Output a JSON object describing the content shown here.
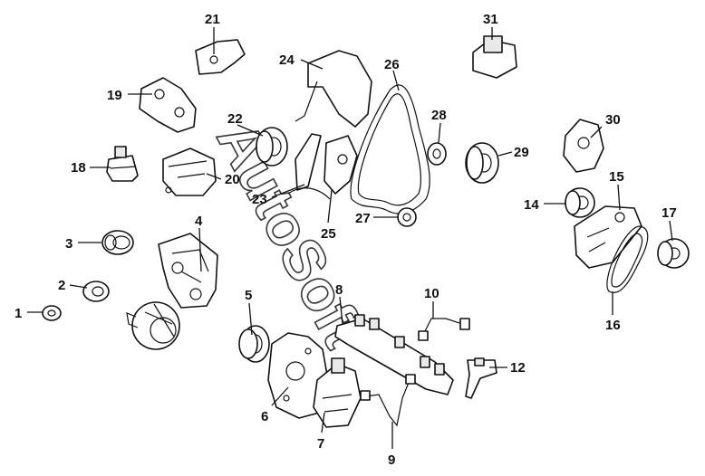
{
  "watermark": "AutoSoft",
  "callouts": [
    {
      "id": "1",
      "label": "1"
    },
    {
      "id": "2",
      "label": "2"
    },
    {
      "id": "3",
      "label": "3"
    },
    {
      "id": "4",
      "label": "4"
    },
    {
      "id": "5",
      "label": "5"
    },
    {
      "id": "6",
      "label": "6"
    },
    {
      "id": "7",
      "label": "7"
    },
    {
      "id": "8",
      "label": "8"
    },
    {
      "id": "9",
      "label": "9"
    },
    {
      "id": "10",
      "label": "10"
    },
    {
      "id": "12",
      "label": "12"
    },
    {
      "id": "14",
      "label": "14"
    },
    {
      "id": "15",
      "label": "15"
    },
    {
      "id": "16",
      "label": "16"
    },
    {
      "id": "17",
      "label": "17"
    },
    {
      "id": "18",
      "label": "18"
    },
    {
      "id": "19",
      "label": "19"
    },
    {
      "id": "20",
      "label": "20"
    },
    {
      "id": "21",
      "label": "21"
    },
    {
      "id": "22",
      "label": "22"
    },
    {
      "id": "23",
      "label": "23"
    },
    {
      "id": "24",
      "label": "24"
    },
    {
      "id": "25",
      "label": "25"
    },
    {
      "id": "26",
      "label": "26"
    },
    {
      "id": "27",
      "label": "27"
    },
    {
      "id": "28",
      "label": "28"
    },
    {
      "id": "29",
      "label": "29"
    },
    {
      "id": "30",
      "label": "30"
    },
    {
      "id": "31",
      "label": "31"
    }
  ]
}
